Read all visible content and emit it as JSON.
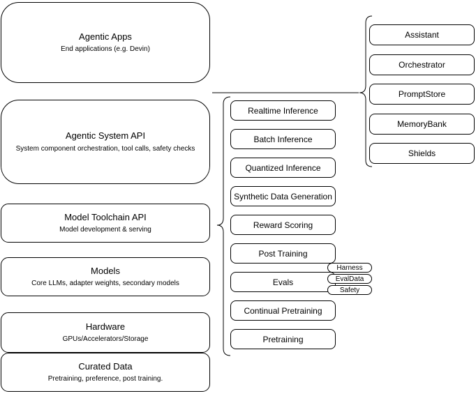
{
  "diagram": {
    "colors": {
      "stroke": "#000000",
      "fill": "#ffffff",
      "background": "#ffffff"
    },
    "stack": [
      {
        "title": "Agentic Apps",
        "subtitle": "End applications (e.g. Devin)"
      },
      {
        "title": "Agentic System API",
        "subtitle": "System component orchestration, tool calls, safety checks"
      },
      {
        "title": "Model Toolchain API",
        "subtitle": "Model development & serving"
      },
      {
        "title": "Models",
        "subtitle": "Core LLMs, adapter weights, secondary models"
      },
      {
        "title": "Hardware",
        "subtitle": "GPUs/Accelerators/Storage"
      },
      {
        "title": "Curated Data",
        "subtitle": "Pretraining, preference, post training."
      }
    ],
    "toolchain_items": [
      "Realtime Inference",
      "Batch Inference",
      "Quantized Inference",
      "Synthetic Data Generation",
      "Reward Scoring",
      "Post Training",
      "Evals",
      "Continual Pretraining",
      "Pretraining"
    ],
    "evals_tags": [
      "Harness",
      "EvalData",
      "Safety"
    ],
    "system_components": [
      "Assistant",
      "Orchestrator",
      "PromptStore",
      "MemoryBank",
      "Shields"
    ]
  }
}
